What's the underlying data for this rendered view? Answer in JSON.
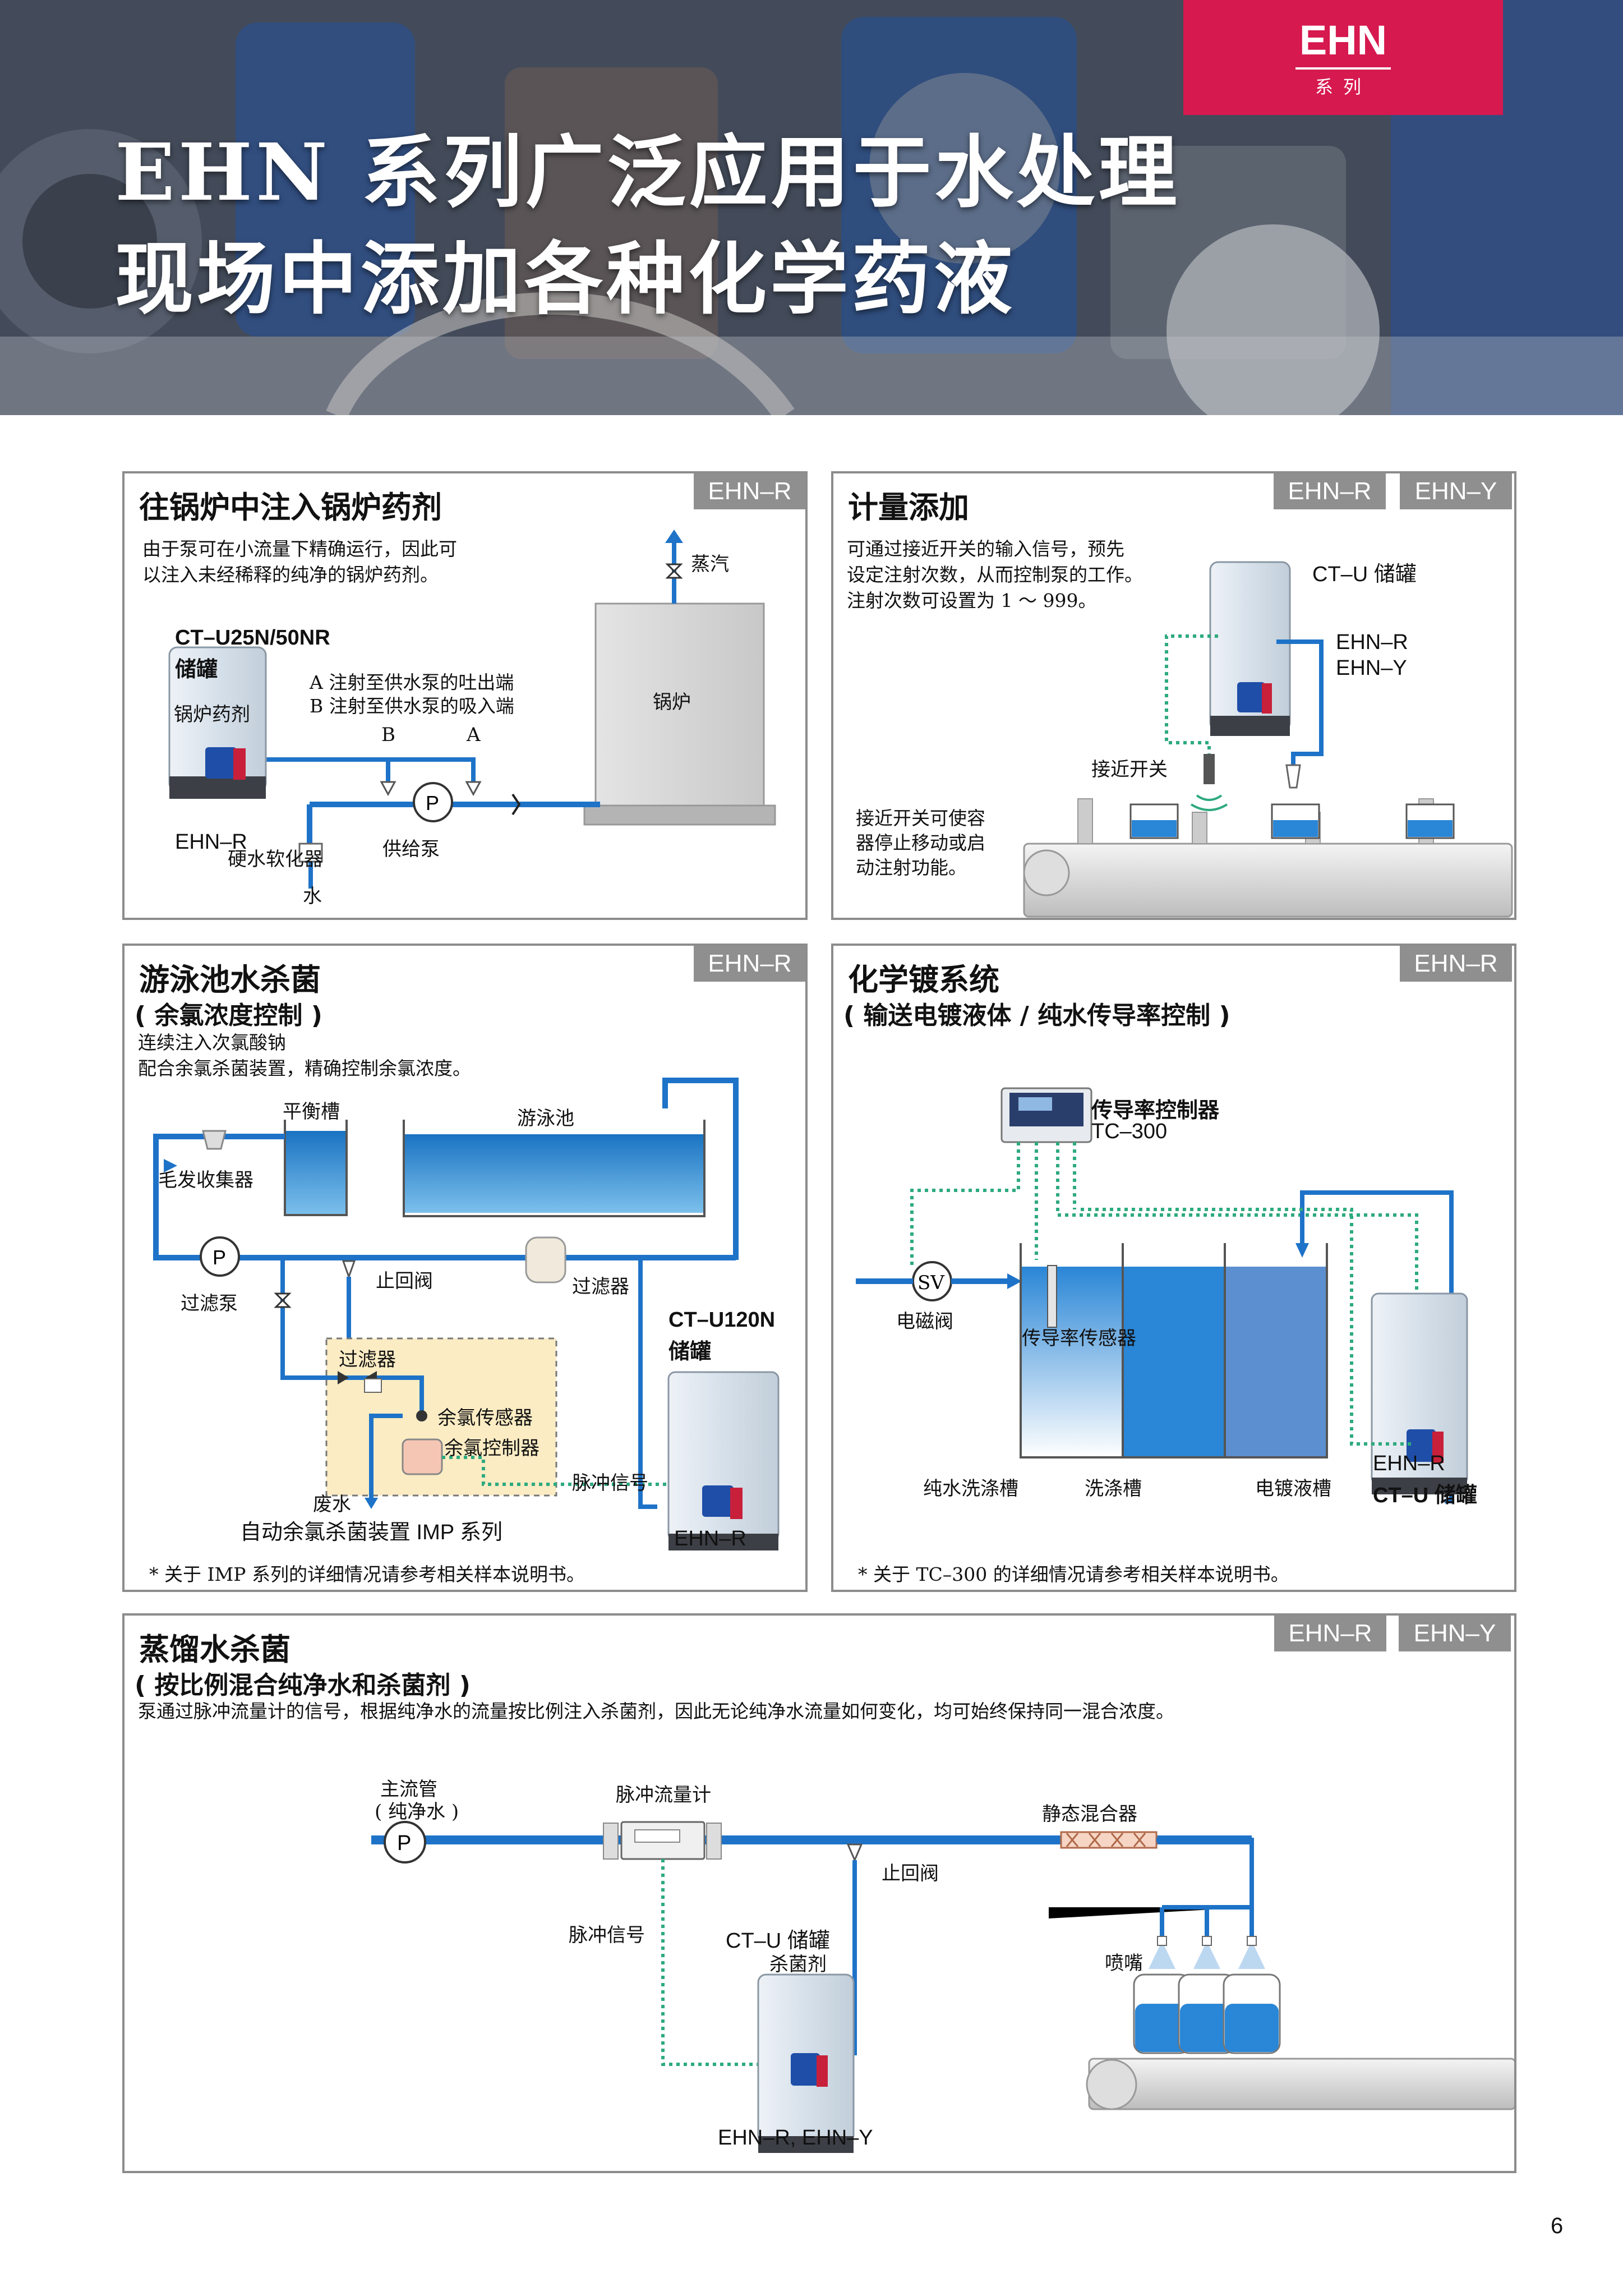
{
  "header": {
    "title_line1": "EHN 系列广泛应用于水处理",
    "title_line2": "现场中添加各种化学药液",
    "badge_title": "EHN",
    "badge_sub": "系列"
  },
  "tags": {
    "r": "EHN–R",
    "y": "EHN–Y"
  },
  "boiler": {
    "title": "往锅炉中注入锅炉药剂",
    "desc1": "由于泵可在小流量下精确运行，因此可",
    "desc2": "以注入未经稀释的纯净的锅炉药剂。",
    "tank_model": "CT–U25N/50NR",
    "tank_word": "储罐",
    "chemical": "锅炉药剂",
    "pump": "EHN–R",
    "note_a": "A 注射至供水泵的吐出端",
    "note_b": "B 注射至供水泵的吸入端",
    "mark_a": "A",
    "mark_b": "B",
    "steam": "蒸汽",
    "boiler": "锅炉",
    "softener": "硬水软化器",
    "feed_pump": "供给泵",
    "water": "水"
  },
  "metering": {
    "title": "计量添加",
    "desc1": "可通过接近开关的输入信号，预先",
    "desc2": "设定注射次数，从而控制泵的工作。",
    "desc3": "注射次数可设置为 1 ～ 999。",
    "tank": "CT–U 储罐",
    "pump1": "EHN–R",
    "pump2": "EHN–Y",
    "switch": "接近开关",
    "note1": "接近开关可使容",
    "note2": "器停止移动或启",
    "note3": "动注射功能。"
  },
  "pool": {
    "title": "游泳池水杀菌",
    "subtitle": "( 余氯浓度控制 )",
    "desc1": "连续注入次氯酸钠",
    "desc2": "配合余氯杀菌装置，精确控制余氯浓度。",
    "balance_tank": "平衡槽",
    "pool": "游泳池",
    "hair": "毛发收集器",
    "filter_pump": "过滤泵",
    "check_valve": "止回阀",
    "filter": "过滤器",
    "tank_model": "CT–U120N",
    "tank_word": "储罐",
    "imp_filter": "过滤器",
    "sensor": "余氯传感器",
    "controller": "余氯控制器",
    "pulse": "脉冲信号",
    "waste": "废水",
    "imp": "自动余氯杀菌装置 IMP 系列",
    "pump": "EHN–R",
    "footnote": "* 关于 IMP 系列的详细情况请参考相关样本说明书。"
  },
  "plating": {
    "title": "化学镀系统",
    "subtitle": "( 输送电镀液体 / 纯水传导率控制 )",
    "ctrl1": "传导率控制器",
    "ctrl2": "TC–300",
    "sv": "SV",
    "valve": "电磁阀",
    "sensor": "传导率传感器",
    "tank1": "纯水洗涤槽",
    "tank2": "洗涤槽",
    "tank3": "电镀液槽",
    "pump": "EHN–R",
    "storage": "CT–U 储罐",
    "footnote": "* 关于 TC–300 的详细情况请参考相关样本说明书。"
  },
  "distilled": {
    "title": "蒸馏水杀菌",
    "subtitle": "( 按比例混合纯净水和杀菌剂 )",
    "desc": "泵通过脉冲流量计的信号，根据纯净水的流量按比例注入杀菌剂，因此无论纯净水流量如何变化，均可始终保持同一混合浓度。",
    "main1": "主流管",
    "main2": "( 纯净水 )",
    "meter": "脉冲流量计",
    "mixer": "静态混合器",
    "check": "止回阀",
    "pulse": "脉冲信号",
    "tank": "CT–U 储罐",
    "agent": "杀菌剂",
    "nozzle": "喷嘴",
    "pumps": "EHN–R, EHN–Y"
  },
  "page_number": "6",
  "colors": {
    "accent": "#d6194f",
    "pipe": "#1e73c8",
    "tag": "#8f8f8f",
    "signal": "#2eaa7e"
  }
}
